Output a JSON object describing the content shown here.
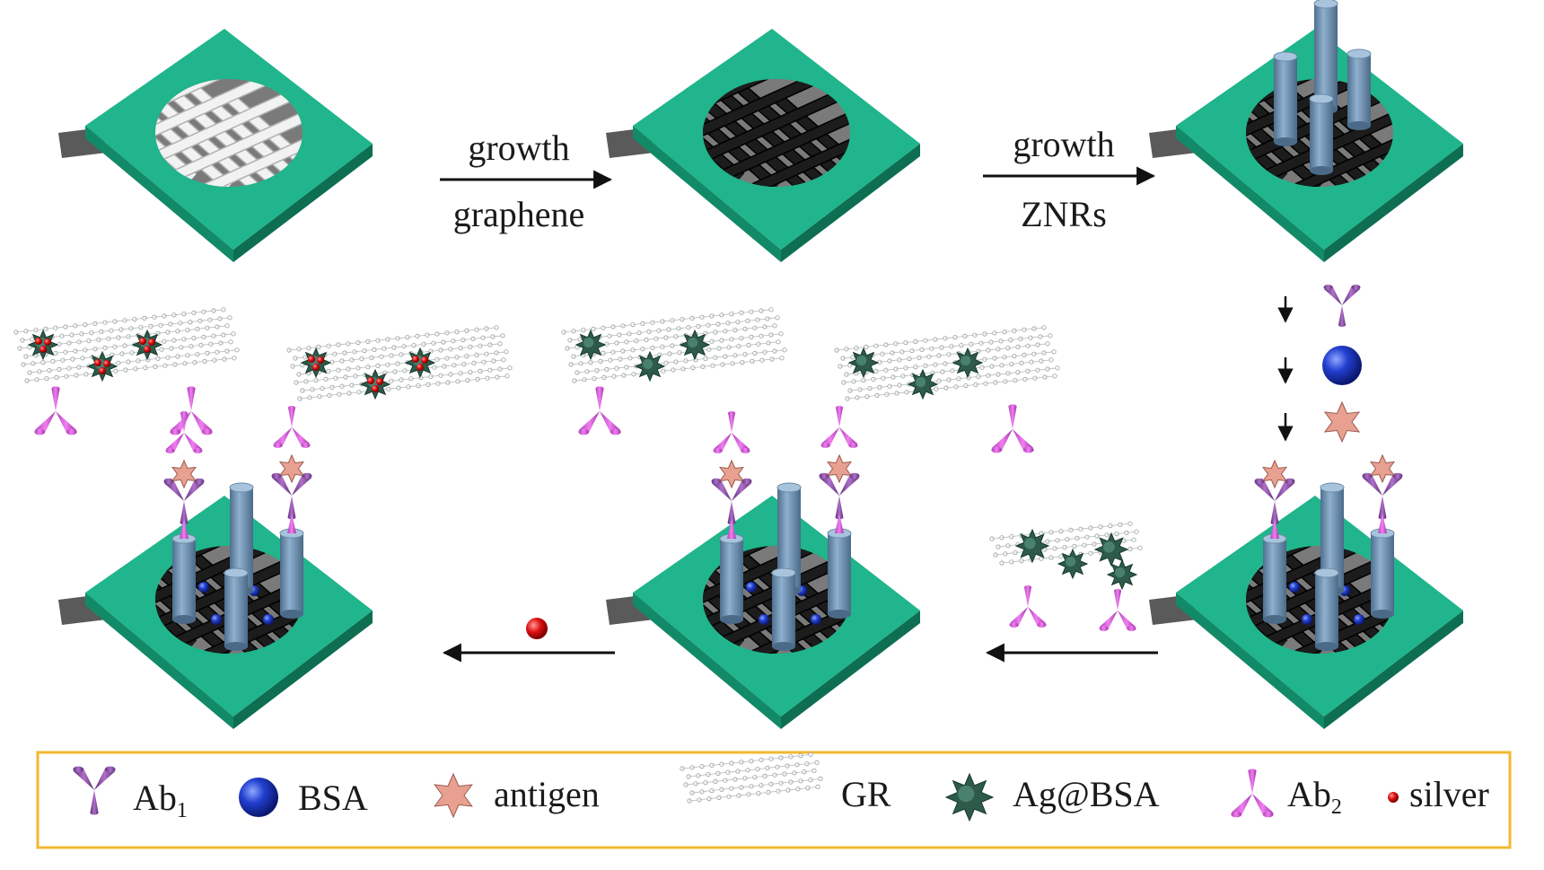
{
  "colors": {
    "plate_top": "#20b58c",
    "plate_front": "#128a68",
    "plate_side": "#0e6e52",
    "electrode": "#5a5a5a",
    "mesh_white": "#f2f2f2",
    "mesh_graphene": "#1c1c1c",
    "mesh_gap": "#7a7a7a",
    "znr_rod": "#7a9fc0",
    "znr_top": "#a8c4dc",
    "ab_color": "#d455d4",
    "ab1_color": "#8a4ba8",
    "bsa_color": "#1a35b8",
    "antigen_color": "#e8a090",
    "agbsa_color": "#2e5a4a",
    "silver_color": "#e01010",
    "legend_border": "#f2b830"
  },
  "steps": {
    "step1": {
      "top_label": "growth",
      "bottom_label": "graphene"
    },
    "step2": {
      "top_label": "growth",
      "bottom_label": "ZNRs"
    }
  },
  "legend": {
    "items": [
      {
        "icon": "ab1-antibody-icon",
        "label": "Ab",
        "sub": "1"
      },
      {
        "icon": "bsa-sphere-icon",
        "label": "BSA"
      },
      {
        "icon": "antigen-star-icon",
        "label": "antigen"
      },
      {
        "icon": "graphene-sheet-icon",
        "label": "GR"
      },
      {
        "icon": "ag-bsa-cluster-icon",
        "label": "Ag@BSA"
      },
      {
        "icon": "ab2-antibody-icon",
        "label": "Ab",
        "sub": "2"
      },
      {
        "icon": "silver-dot-icon",
        "label": "silver"
      }
    ]
  }
}
